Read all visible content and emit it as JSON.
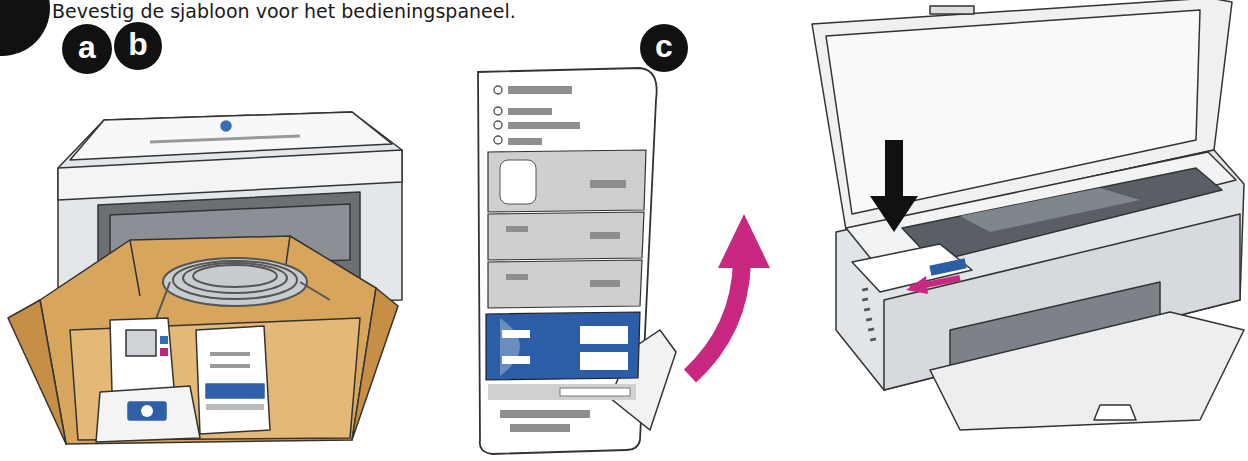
{
  "diagram": {
    "title": "Bevestig de sjabloon voor het bedieningspaneel.",
    "nodes": [
      {
        "text": [
          "a"
        ]
      },
      {
        "text": [
          "b"
        ]
      },
      {
        "text": [
          "c"
        ]
      }
    ]
  }
}
